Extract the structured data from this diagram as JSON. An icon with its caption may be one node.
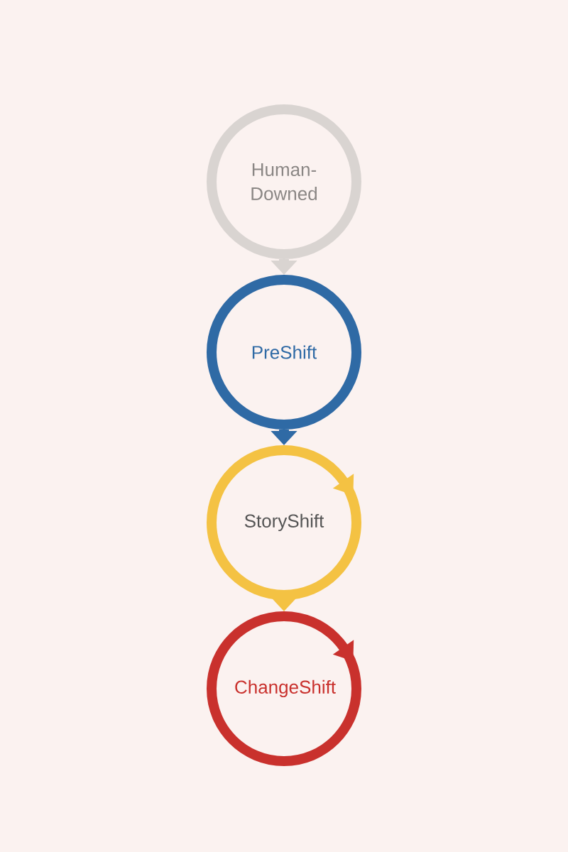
{
  "diagram": {
    "nodes": [
      {
        "text": [
          "Human-Downed"
        ]
      },
      {
        "text": [
          "PreShift"
        ]
      },
      {
        "text": [
          "StoryShift"
        ]
      },
      {
        "text": [
          "ChangeShift"
        ]
      }
    ],
    "edges": [
      {
        "from": 0,
        "to": 1,
        "arrow": "to",
        "color": "#d9d4d1"
      },
      {
        "from": 1,
        "to": 2,
        "arrow": "to",
        "color": "#2f6aa5"
      },
      {
        "from": 2,
        "to": 3,
        "arrow": "to",
        "color": "#f4c243"
      }
    ]
  }
}
